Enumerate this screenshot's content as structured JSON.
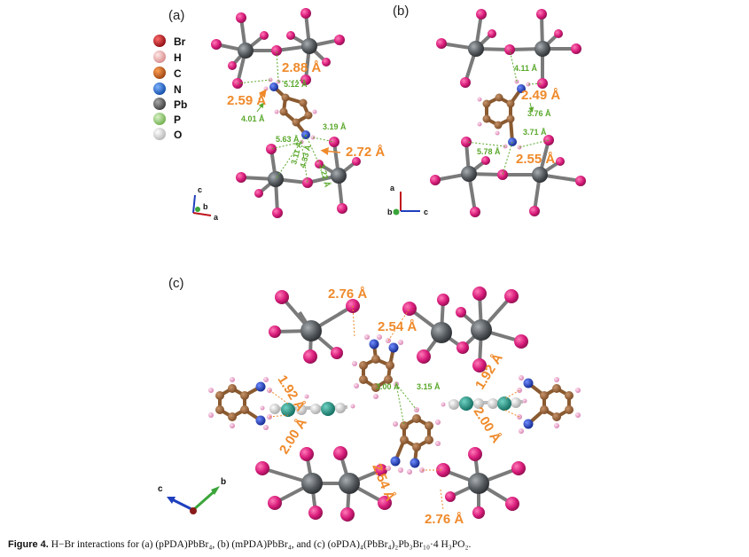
{
  "panels": {
    "a": "(a)",
    "b": "(b)",
    "c": "(c)"
  },
  "legend": [
    {
      "label": "Br",
      "color": "#c0141c"
    },
    {
      "label": "H",
      "color": "#f2a9a9"
    },
    {
      "label": "C",
      "color": "#d2691e"
    },
    {
      "label": "N",
      "color": "#1f6fd6"
    },
    {
      "label": "Pb",
      "color": "#666666"
    },
    {
      "label": "P",
      "color": "#8cc870"
    },
    {
      "label": "O",
      "color": "#d8d8d8"
    }
  ],
  "panel_a": {
    "big": [
      "2.88 Å",
      "2.59 Å",
      "2.72 Å"
    ],
    "small": [
      "5.12 Å",
      "4.01 Å",
      "3.19 Å",
      "5.63 Å",
      "3.11 Å",
      "4.33 Å",
      "3.22 Å"
    ],
    "axes": {
      "c": "c",
      "b": "b",
      "a": "a"
    }
  },
  "panel_b": {
    "big": [
      "2.49 Å",
      "2.55 Å"
    ],
    "small": [
      "4.11 Å",
      "3.76 Å",
      "3.71 Å",
      "5.78 Å"
    ],
    "axes": {
      "a": "a",
      "b": "b",
      "c": "c"
    }
  },
  "panel_c": {
    "big": [
      "2.76 Å",
      "2.54 Å",
      "1.92 Å",
      "2.00 Å",
      "1.92 Å",
      "2.00 Å",
      "2.54 Å",
      "2.76 Å"
    ],
    "small": [
      "3.00 Å",
      "3.15 Å"
    ],
    "axes": {
      "c": "c",
      "b": "b"
    }
  },
  "caption": {
    "label": "Figure 4.",
    "text": " H−Br interactions for (a) (pPDA)PbBr₄, (b) (mPDA)PbBr₄, and (c) (oPDA)₄(PbBr₄)₂Pb₃Br₁₀·4 H₃PO₂."
  },
  "colors": {
    "br": "#d81b7a",
    "pb": "#555a5e",
    "c": "#8a5a30",
    "n": "#1f3fbf",
    "h": "#e89ac8",
    "p": "#1f8a7a",
    "o": "#d0d0d0",
    "big_label": "#ef8a2b",
    "small_label": "#5aa82c"
  }
}
